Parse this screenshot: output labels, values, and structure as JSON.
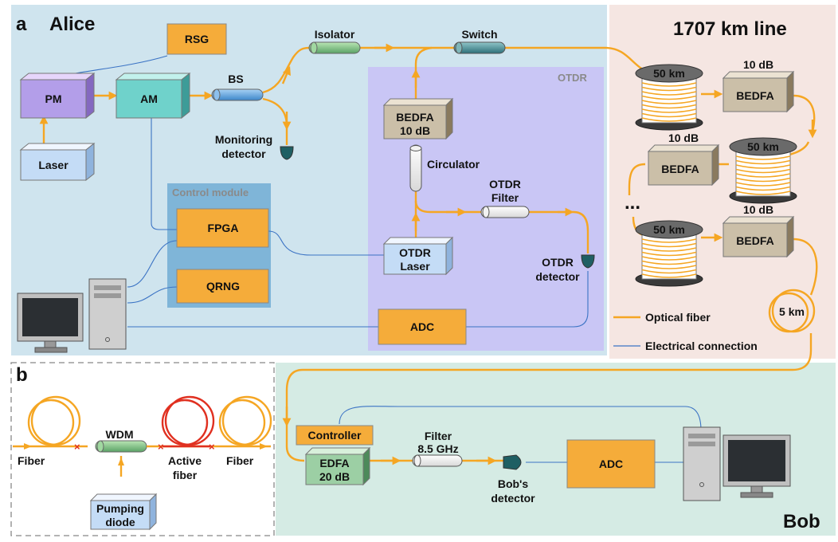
{
  "panel_a": {
    "letter": "a",
    "alice_title": "Alice",
    "line_title": "1707 km line",
    "otdr_title": "OTDR",
    "control_module_title": "Control module",
    "components": {
      "rsg": "RSG",
      "pm": "PM",
      "am": "AM",
      "laser": "Laser",
      "bs": "BS",
      "isolator": "Isolator",
      "switch": "Switch",
      "monitoring_detector": [
        "Monitoring",
        "detector"
      ],
      "fpga": "FPGA",
      "qrng": "QRNG",
      "adc": "ADC",
      "bedfa_otdr": [
        "BEDFA",
        "10 dB"
      ],
      "circulator": "Circulator",
      "otdr_filter": [
        "OTDR",
        "Filter"
      ],
      "otdr_laser": [
        "OTDR",
        "Laser"
      ],
      "otdr_detector": [
        "OTDR",
        "detector"
      ]
    },
    "line": {
      "spool_label": "50 km",
      "gain_label": "10 dB",
      "amp_label": "BEDFA",
      "dots": "...",
      "extra_spool": "5 km"
    },
    "legend": {
      "optical": "Optical fiber",
      "electrical": "Electrical connection"
    },
    "colors": {
      "optical_fiber": "#f5a623",
      "electrical": "#3b73c4",
      "alice_bg": "#cfe4ee",
      "otdr_bg": "#c9c6f5",
      "line_bg": "#f5e6e2",
      "bob_bg": "#d5ebe4"
    }
  },
  "panel_b": {
    "letter": "b",
    "fiber_left": "Fiber",
    "wdm": "WDM",
    "active_fiber": [
      "Active",
      "fiber"
    ],
    "fiber_right": "Fiber",
    "pumping_diode": [
      "Pumping",
      "diode"
    ]
  },
  "bob": {
    "title": "Bob",
    "controller": "Controller",
    "edfa": [
      "EDFA",
      "20 dB"
    ],
    "filter": [
      "Filter",
      "8.5 GHz"
    ],
    "detector": [
      "Bob's",
      "detector"
    ],
    "adc": "ADC"
  }
}
